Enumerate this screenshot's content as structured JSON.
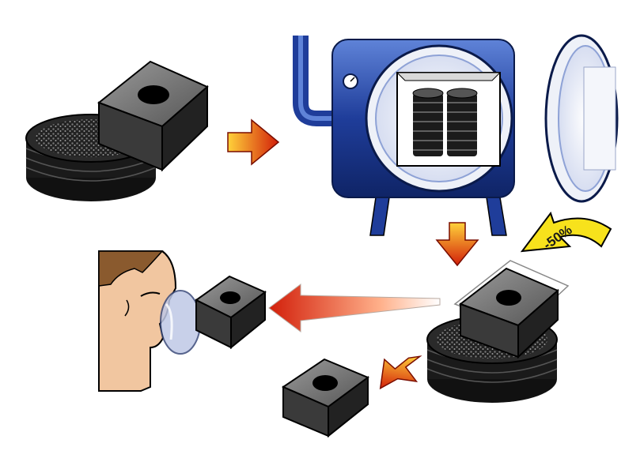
{
  "diagram": {
    "shrink_label": "-50%",
    "colors": {
      "arrow_light": "#ffd23a",
      "arrow_dark": "#d21f0a",
      "furnace_blue": "#1f3d9a",
      "furnace_highlight": "#5f83d8",
      "insert_gray": "#6b6b6b",
      "badge_yellow": "#f7e21c"
    },
    "steps": [
      {
        "id": "green-compact",
        "icon": "insert-on-plate-icon"
      },
      {
        "id": "sinter-furnace",
        "icon": "vacuum-furnace-icon"
      },
      {
        "id": "shrunk-insert",
        "icon": "sintered-insert-icon"
      },
      {
        "id": "inspection",
        "icon": "inspector-eye-icon"
      },
      {
        "id": "finished-insert",
        "icon": "finished-insert-icon"
      }
    ]
  }
}
